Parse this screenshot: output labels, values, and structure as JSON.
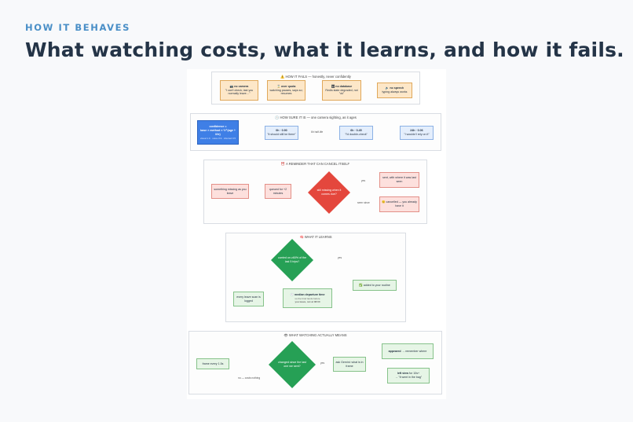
{
  "header": {
    "eyebrow": "HOW IT BEHAVES",
    "title": "What watching costs, what it learns, and how it fails."
  },
  "diagram": {
    "fails": {
      "title": "⚠️ HOW IT FAILS — honestly, never confidently",
      "items": [
        {
          "title": "📷 no camera",
          "text": "\"I can't check; last you normally leave…\""
        },
        {
          "title": "⌛ over quota",
          "text": "watching pauses, says so; resumes"
        },
        {
          "title": "🗄 no database",
          "text": "Redis state degraded, not \"ok\""
        },
        {
          "title": "🔈 no speech",
          "text": "typing always works"
        }
      ]
    },
    "sure": {
      "title": "🕓 HOW SURE IT IS — one camera sighting, as it ages",
      "main_title": "confidence =",
      "main_formula": "base × method × ½^(age ÷ life)",
      "main_sub": "visual 1.0 · voice 0.9 · inferred 0.5",
      "stage1_time": "0h · 0.90",
      "stage1_text": "\"it should still be there\"",
      "half_life": "6h half-life",
      "stage2_time": "6h · 0.45",
      "stage2_text": "\"I'd double-check\"",
      "stage3_time": "24h · 0.06",
      "stage3_text": "\"I wouldn't rely on it\""
    },
    "reminder": {
      "title": "⏰ A REMINDER THAT CAN CANCEL ITSELF",
      "missing": "something missing as you leave",
      "queued": "queued for +2 minutes",
      "decision": "still missing when it comes due?",
      "yes": "yes",
      "seen": "seen since",
      "sent": "sent, with where it was last seen",
      "cancelled": "😊 cancelled — you already have it"
    },
    "learns": {
      "title": "🧠 WHAT IT LEARNS",
      "decision": "carried on ≥60% of the last 5 trips?",
      "yes": "yes",
      "added": "✅ added to your routine",
      "logged": "every leave scan is logged",
      "median_title": "🕓 median departure time",
      "median_text": "so the brief lands before",
      "median_emph": "you leave, not at 08:00"
    },
    "watching": {
      "title": "👁 WHAT WATCHING ACTUALLY MEANS",
      "frame": "frame every 1.5s",
      "decision": "changed since the last one we sent?",
      "yes": "yes",
      "no": "no — costs nothing",
      "ask": "ask Gemini: what is in frame",
      "appeared_emph": "appeared",
      "appeared_rest": "→ remember where",
      "left_emph": "left view",
      "left_rest": "for 10s+",
      "left_quote": "→ \"it went in the bag\""
    }
  }
}
